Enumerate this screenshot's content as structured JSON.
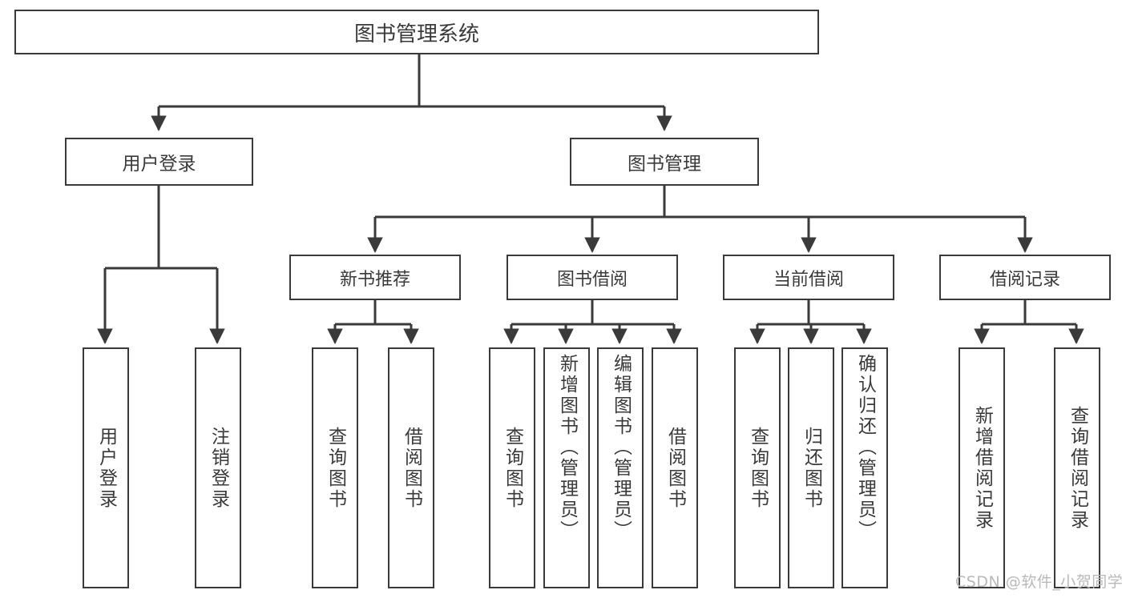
{
  "diagram": {
    "title": "图书管理系统",
    "type": "hierarchy-tree",
    "watermark": "CSDN @软件_小贺同学",
    "colors": {
      "border": "#3a3a3a",
      "text": "#3a3a3a",
      "background": "#ffffff",
      "watermark": "#b9b9b9"
    },
    "root": {
      "id": "root",
      "label": "图书管理系统"
    },
    "level2": [
      {
        "id": "user-login",
        "label": "用户登录"
      },
      {
        "id": "book-manage",
        "label": "图书管理"
      }
    ],
    "level3": [
      {
        "id": "new-book-rec",
        "label": "新书推荐",
        "parent": "book-manage"
      },
      {
        "id": "book-borrow",
        "label": "图书借阅",
        "parent": "book-manage"
      },
      {
        "id": "current-borrow",
        "label": "当前借阅",
        "parent": "book-manage"
      },
      {
        "id": "borrow-record",
        "label": "借阅记录",
        "parent": "book-manage"
      }
    ],
    "leaves": [
      {
        "id": "leaf-user-login",
        "label": "用户登录",
        "parent": "user-login"
      },
      {
        "id": "leaf-user-logout",
        "label": "注销登录",
        "parent": "user-login"
      },
      {
        "id": "leaf-query-book-1",
        "label": "查询图书",
        "parent": "new-book-rec"
      },
      {
        "id": "leaf-borrow-book-1",
        "label": "借阅图书",
        "parent": "new-book-rec"
      },
      {
        "id": "leaf-query-book-2",
        "label": "查询图书",
        "parent": "book-borrow"
      },
      {
        "id": "leaf-add-book",
        "label": "新增图书（管理员）",
        "parent": "book-borrow"
      },
      {
        "id": "leaf-edit-book",
        "label": "编辑图书（管理员）",
        "parent": "book-borrow"
      },
      {
        "id": "leaf-borrow-book-2",
        "label": "借阅图书",
        "parent": "book-borrow"
      },
      {
        "id": "leaf-query-book-3",
        "label": "查询图书",
        "parent": "current-borrow"
      },
      {
        "id": "leaf-return-book",
        "label": "归还图书",
        "parent": "current-borrow"
      },
      {
        "id": "leaf-confirm-return",
        "label": "确认归还（管理员）",
        "parent": "current-borrow"
      },
      {
        "id": "leaf-add-record",
        "label": "新增借阅记录",
        "parent": "borrow-record"
      },
      {
        "id": "leaf-query-record",
        "label": "查询借阅记录",
        "parent": "borrow-record"
      }
    ]
  }
}
